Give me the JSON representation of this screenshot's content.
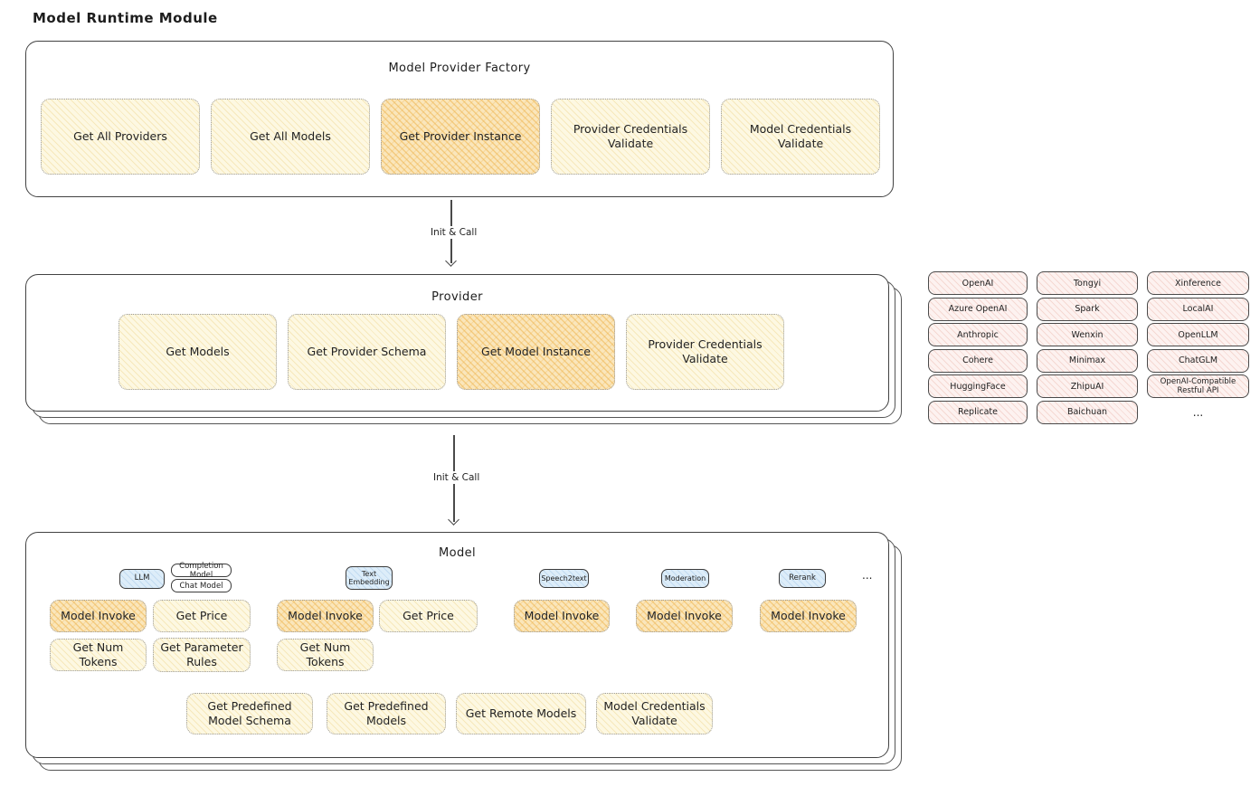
{
  "title": "Model Runtime Module",
  "colors": {
    "yellow_fill": "#fdf8e2",
    "yellow_hatch": "#eed48c",
    "orange_fill": "#fae6bb",
    "orange_hatch": "#eeb450",
    "pink_fill": "#fdf2f0",
    "pink_hatch": "#e9b0a6",
    "blue_fill": "#ddedf9",
    "border_dark": "#424242"
  },
  "factory": {
    "title": "Model Provider Factory",
    "boxes": [
      {
        "label": "Get All Providers",
        "highlighted": false
      },
      {
        "label": "Get All Models",
        "highlighted": false
      },
      {
        "label": "Get Provider Instance",
        "highlighted": true
      },
      {
        "label": "Provider Credentials Validate",
        "highlighted": false
      },
      {
        "label": "Model Credentials Validate",
        "highlighted": false
      }
    ]
  },
  "arrows": {
    "init_call_1": "Init & Call",
    "init_call_2": "Init & Call"
  },
  "provider": {
    "title": "Provider",
    "boxes": [
      {
        "label": "Get Models",
        "highlighted": false
      },
      {
        "label": "Get Provider Schema",
        "highlighted": false
      },
      {
        "label": "Get Model Instance",
        "highlighted": true
      },
      {
        "label": "Provider Credentials Validate",
        "highlighted": false
      }
    ]
  },
  "provider_list": {
    "items": [
      "OpenAI",
      "Tongyi",
      "Xinference",
      "Azure OpenAI",
      "Spark",
      "LocalAI",
      "Anthropic",
      "Wenxin",
      "OpenLLM",
      "Cohere",
      "Minimax",
      "ChatGLM",
      "HuggingFace",
      "ZhipuAI",
      "OpenAI-Compatible Restful API",
      "Replicate",
      "Baichuan"
    ],
    "more": "..."
  },
  "model": {
    "title": "Model",
    "tags": {
      "llm": "LLM",
      "completion_model": "Completion Model",
      "chat_model": "Chat Model",
      "text_embedding": "Text Embedding",
      "speech2text": "Speech2text",
      "moderation": "Moderation",
      "rerank": "Rerank",
      "more": "..."
    },
    "llm_actions": [
      "Model Invoke",
      "Get Price",
      "Get Num Tokens",
      "Get Parameter Rules"
    ],
    "text_embedding_actions": [
      "Model Invoke",
      "Get Price",
      "Get Num Tokens"
    ],
    "speech2text_actions": [
      "Model Invoke"
    ],
    "moderation_actions": [
      "Model Invoke"
    ],
    "rerank_actions": [
      "Model Invoke"
    ],
    "bottom_actions": [
      "Get Predefined Model Schema",
      "Get Predefined Models",
      "Get Remote Models",
      "Model Credentials Validate"
    ]
  }
}
